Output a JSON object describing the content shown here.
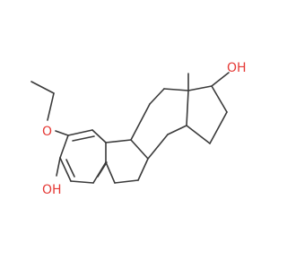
{
  "molecule": {
    "colors": {
      "bond": "#3a3a3a",
      "oxygen": "#e53935",
      "background": "#ffffff"
    },
    "labels": {
      "ethoxy_oxygen": "O",
      "phenol_oh": "OH",
      "steroid_oh": "OH",
      "methyl": ""
    }
  }
}
